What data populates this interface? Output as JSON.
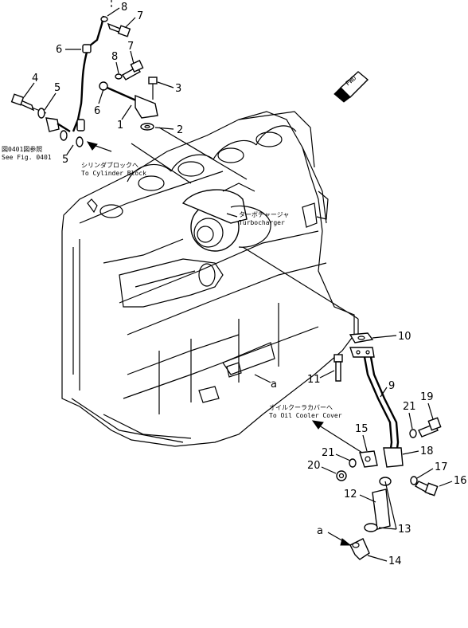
{
  "callouts": {
    "c1": "1",
    "c2": "2",
    "c3": "3",
    "c4": "4",
    "c5a": "5",
    "c5b": "5",
    "c6a": "6",
    "c6b": "6",
    "c7a": "7",
    "c7b": "7",
    "c8a": "8",
    "c8b": "8",
    "c9": "9",
    "c10": "10",
    "c11": "11",
    "c12": "12",
    "c13": "13",
    "c14": "14",
    "c15": "15",
    "c16": "16",
    "c17": "17",
    "c18": "18",
    "c19": "19",
    "c20": "20",
    "c21a": "21",
    "c21b": "21",
    "ca1": "a",
    "ca2": "a"
  },
  "notes": {
    "see_fig_jp": "図0401図参照",
    "see_fig_en": "See Fig. 0401",
    "cyl_block_jp": "シリンダブロックへ",
    "cyl_block_en": "To Cylinder Block",
    "turbo_jp": "ターボチャージャ",
    "turbo_en": "Turbocharger",
    "oil_cooler_jp": "オイルクーラカバーへ",
    "oil_cooler_en": "To Oil Cooler Cover",
    "fwd": "FWD"
  }
}
